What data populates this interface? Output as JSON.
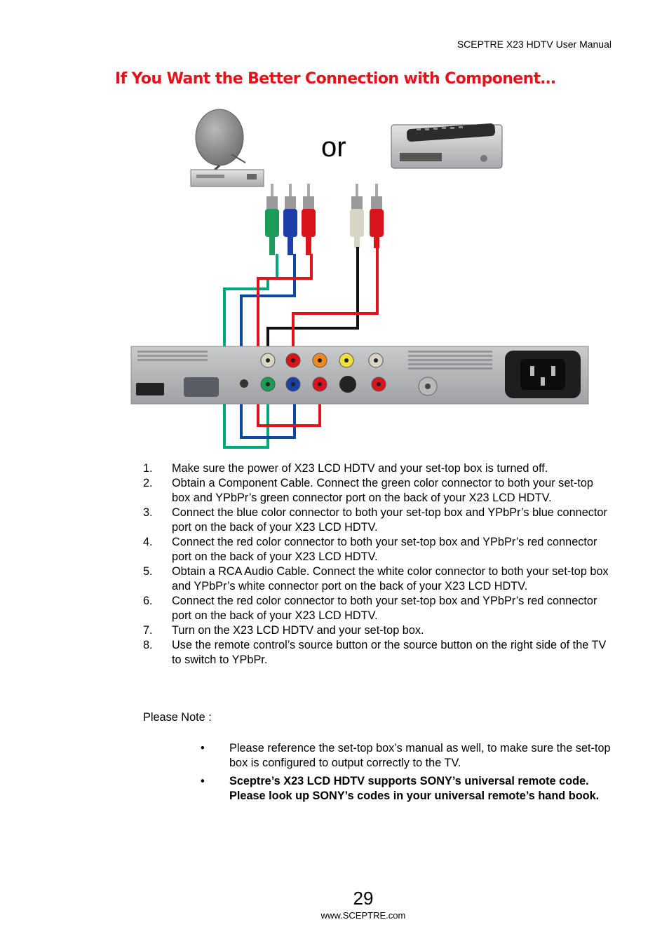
{
  "header": {
    "text": "SCEPTRE X23 HDTV User Manual"
  },
  "title": "If You Want the Better Connection with Component…",
  "diagram": {
    "or_label": "or"
  },
  "steps": [
    {
      "num": "1.",
      "text": "Make sure the power of X23 LCD HDTV and your set-top box is turned off."
    },
    {
      "num": "2.",
      "text": "Obtain a Component Cable. Connect the green color connector to both your set-top box and YPbPr’s green connector port on the back of your X23 LCD HDTV."
    },
    {
      "num": "3.",
      "text": "Connect the blue color connector to both your set-top box and YPbPr’s blue connector port on the back of your X23 LCD HDTV."
    },
    {
      "num": "4.",
      "text": "Connect the red color connector to both your set-top box and YPbPr’s red connector port on the back of your X23 LCD HDTV."
    },
    {
      "num": "5.",
      "text": "Obtain a RCA Audio Cable.  Connect the white color connector to both your set-top box and YPbPr’s white connector port on the back of your X23 LCD HDTV."
    },
    {
      "num": "6.",
      "text": "Connect the red color connector to both your set-top box and YPbPr’s red connector port on the back of your X23 LCD HDTV."
    },
    {
      "num": "7.",
      "text": "Turn on the X23 LCD HDTV and your set-top box."
    },
    {
      "num": "8.",
      "text": "Use the remote control’s source button or the source button on the right side of the TV to switch to YPbPr."
    }
  ],
  "note": {
    "label": "Please Note :",
    "bullets": [
      {
        "text": "Please reference the set-top box’s manual as well, to make sure the set-top box is configured to output correctly to the TV."
      },
      {
        "text": "Sceptre’s X23 LCD HDTV supports SONY’s universal remote code. Please look up SONY’s codes in your universal remote’s hand book."
      }
    ]
  },
  "footer": {
    "page_number": "29",
    "website": "www.SCEPTRE.com"
  },
  "colors": {
    "title": "#e8101a",
    "cable_green": "#00a67e",
    "cable_blue": "#0b4aa0",
    "cable_red": "#e0141e",
    "cable_black": "#111111"
  }
}
